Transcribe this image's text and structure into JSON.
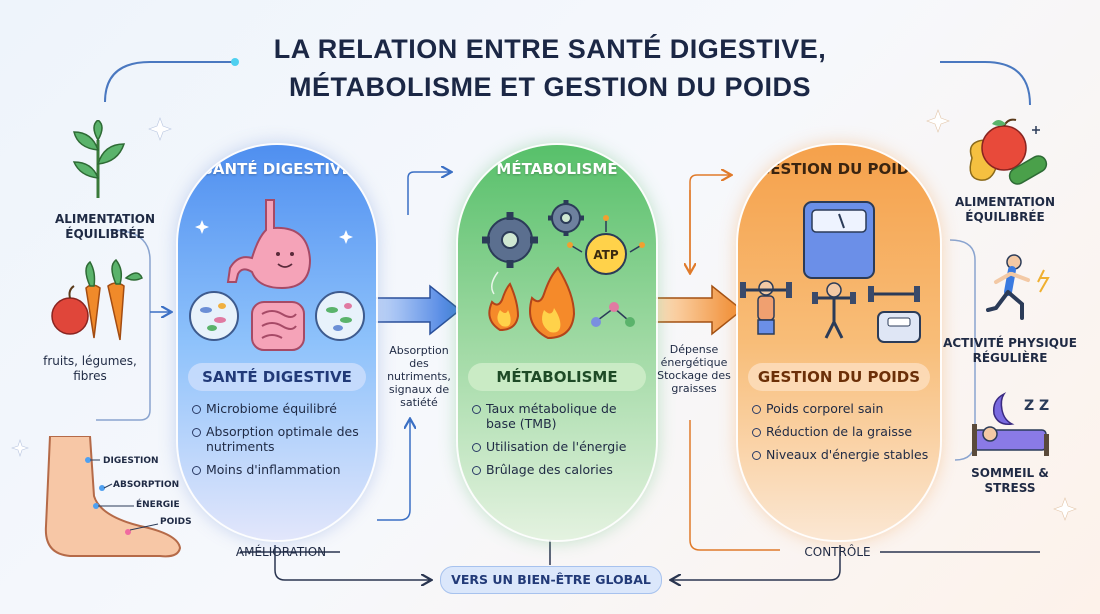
{
  "title": {
    "line1": "LA RELATION ENTRE SANTÉ DIGESTIVE,",
    "line2": "MÉTABOLISME ET GESTION DU POIDS"
  },
  "columns": {
    "digestive": {
      "header": "SANTÉ DIGESTIVE",
      "band": "SANTÉ DIGESTIVE",
      "items": [
        "Microbiome équilibré",
        "Absorption optimale des nutriments",
        "Moins d'inflammation"
      ],
      "color": "#4f8ff0"
    },
    "metabolism": {
      "header": "MÉTABOLISME",
      "band": "MÉTABOLISME",
      "items": [
        "Taux métabolique de base (TMB)",
        "Utilisation de l'énergie",
        "Brûlage des calories"
      ],
      "atp_label": "ATP",
      "color": "#57c06a"
    },
    "weight": {
      "header": "GESTION DU POIDS",
      "band": "GESTION DU POIDS",
      "items": [
        "Poids corporel sain",
        "Réduction de la graisse",
        "Niveaux d'énergie stables"
      ],
      "color": "#f5a14b"
    }
  },
  "flows": {
    "dig_to_met": "Absorption des nutriments, signaux de satiété",
    "met_to_poi_1": "Dépense énergétique",
    "met_to_poi_2": "Stockage des graisses"
  },
  "left_side": {
    "top_label": "ALIMENTATION ÉQUILIBRÉE",
    "food_label": "fruits, légumes, fibres",
    "foot_labels": [
      "DIGESTION",
      "ABSORPTION",
      "ÉNERGIE",
      "POIDS"
    ]
  },
  "right_side": {
    "food_label": "ALIMENTATION ÉQUILIBRÉE",
    "activity_label": "ACTIVITÉ PHYSIQUE RÉGULIÈRE",
    "sleep_label": "SOMMEIL & STRESS",
    "zzz": "Z Z"
  },
  "bottom": {
    "left_label": "AMÉLIORATION",
    "right_label": "CONTRÔLE",
    "center": "VERS UN BIEN-ÊTRE GLOBAL"
  }
}
